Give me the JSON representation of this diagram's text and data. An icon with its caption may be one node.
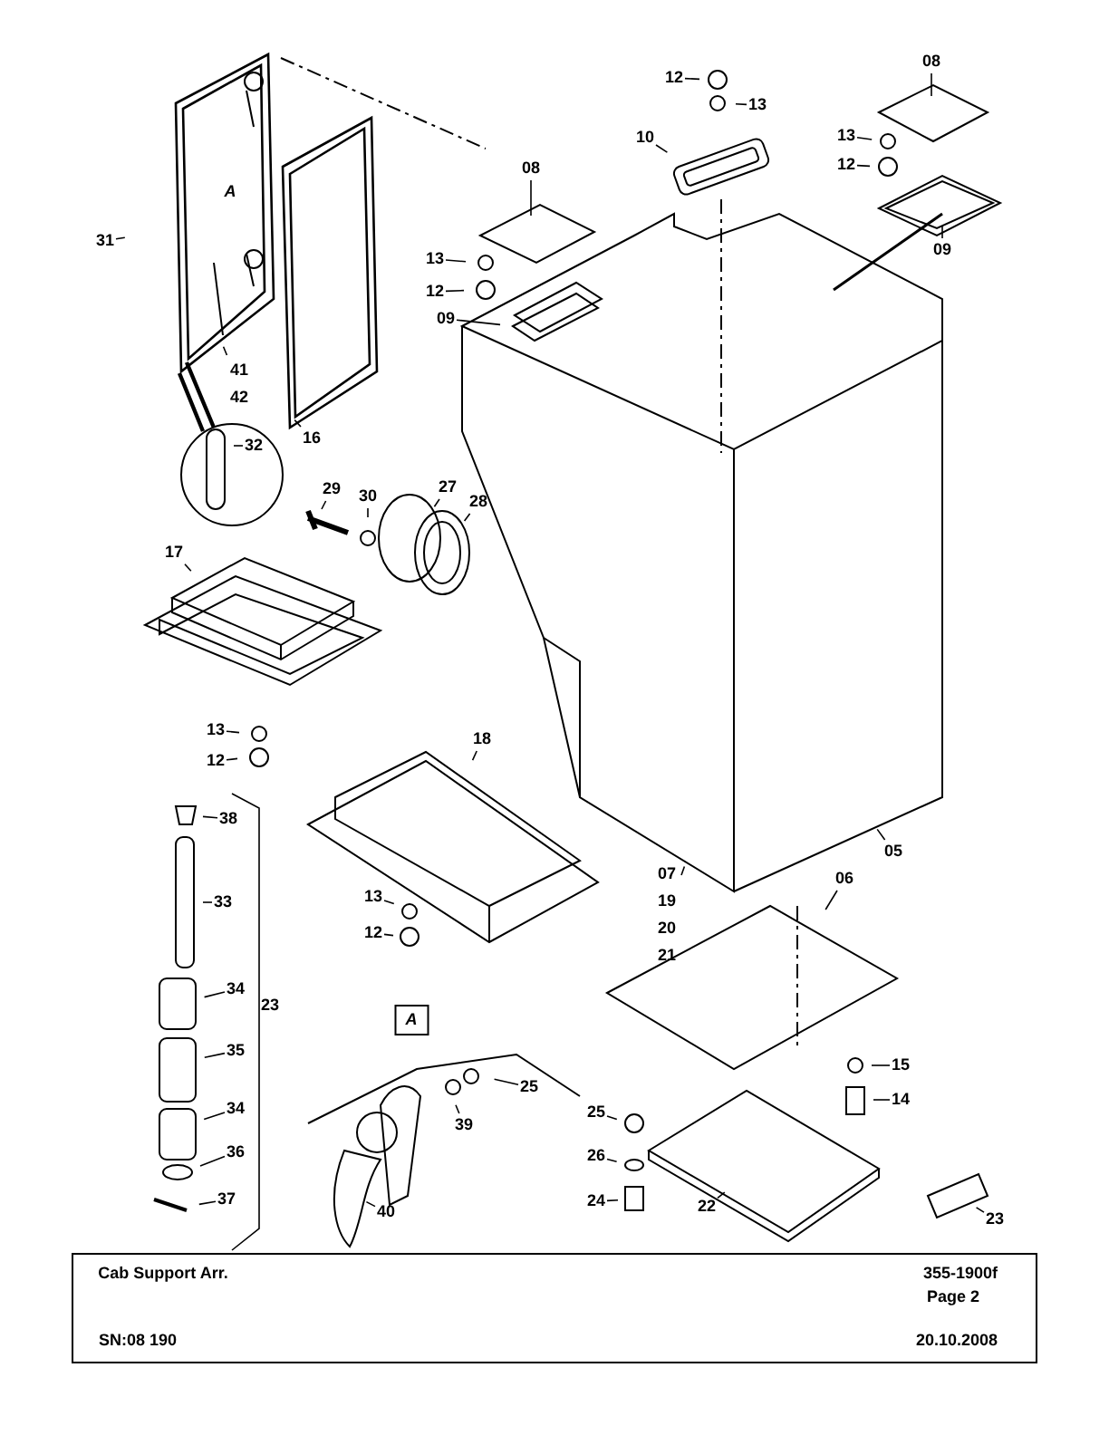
{
  "diagram": {
    "title": "Cab Support Arr.",
    "nodes": [
      {
        "text": [
          "31"
        ]
      },
      {
        "text": [
          "41 42"
        ]
      },
      {
        "text": [
          "32"
        ]
      },
      {
        "text": [
          "16"
        ]
      },
      {
        "text": [
          "08"
        ]
      },
      {
        "text": [
          "13"
        ]
      },
      {
        "text": [
          "12"
        ]
      },
      {
        "text": [
          "09"
        ]
      },
      {
        "text": [
          "12"
        ]
      },
      {
        "text": [
          "13"
        ]
      },
      {
        "text": [
          "10"
        ]
      },
      {
        "text": [
          "08"
        ]
      },
      {
        "text": [
          "13"
        ]
      },
      {
        "text": [
          "12"
        ]
      },
      {
        "text": [
          "09"
        ]
      },
      {
        "text": [
          "29"
        ]
      },
      {
        "text": [
          "30"
        ]
      },
      {
        "text": [
          "27"
        ]
      },
      {
        "text": [
          "28"
        ]
      },
      {
        "text": [
          "17"
        ]
      },
      {
        "text": [
          "13"
        ]
      },
      {
        "text": [
          "12"
        ]
      },
      {
        "text": [
          "18"
        ]
      },
      {
        "text": [
          "38"
        ]
      },
      {
        "text": [
          "33"
        ]
      },
      {
        "text": [
          "34"
        ]
      },
      {
        "text": [
          "35"
        ]
      },
      {
        "text": [
          "34"
        ]
      },
      {
        "text": [
          "36"
        ]
      },
      {
        "text": [
          "37"
        ]
      },
      {
        "text": [
          "07 19 20 21"
        ]
      },
      {
        "text": [
          "05"
        ]
      },
      {
        "text": [
          "13"
        ]
      },
      {
        "text": [
          "12"
        ]
      },
      {
        "text": [
          "06"
        ]
      },
      {
        "text": [
          "15"
        ]
      },
      {
        "text": [
          "14"
        ]
      },
      {
        "text": [
          "25"
        ]
      },
      {
        "text": [
          "26"
        ]
      },
      {
        "text": [
          "24"
        ]
      },
      {
        "text": [
          "22"
        ]
      },
      {
        "text": [
          "23"
        ]
      },
      {
        "text": [
          "39"
        ]
      },
      {
        "text": [
          "25"
        ]
      },
      {
        "text": [
          "40"
        ]
      }
    ],
    "edges": [
      {
        "from": 0,
        "to": null,
        "arrow": "none"
      },
      {
        "from": 1,
        "to": null,
        "arrow": "none"
      },
      {
        "from": 2,
        "to": null,
        "arrow": "none"
      },
      {
        "from": 3,
        "to": null,
        "arrow": "none"
      },
      {
        "from": 4,
        "to": null,
        "arrow": "none"
      },
      {
        "from": 5,
        "to": null,
        "arrow": "none"
      },
      {
        "from": 6,
        "to": null,
        "arrow": "none"
      },
      {
        "from": 7,
        "to": null,
        "arrow": "none"
      },
      {
        "from": 8,
        "to": null,
        "arrow": "none"
      },
      {
        "from": 9,
        "to": null,
        "arrow": "none"
      },
      {
        "from": 10,
        "to": null,
        "arrow": "none"
      },
      {
        "from": 11,
        "to": null,
        "arrow": "none"
      },
      {
        "from": 12,
        "to": null,
        "arrow": "none"
      },
      {
        "from": 13,
        "to": null,
        "arrow": "none"
      },
      {
        "from": 14,
        "to": null,
        "arrow": "none"
      },
      {
        "from": 15,
        "to": null,
        "arrow": "none"
      },
      {
        "from": 16,
        "to": null,
        "arrow": "none"
      },
      {
        "from": 17,
        "to": null,
        "arrow": "none"
      },
      {
        "from": 18,
        "to": null,
        "arrow": "none"
      },
      {
        "from": 19,
        "to": null,
        "arrow": "none"
      },
      {
        "from": 20,
        "to": null,
        "arrow": "none"
      },
      {
        "from": 21,
        "to": null,
        "arrow": "none"
      },
      {
        "from": 22,
        "to": null,
        "arrow": "none"
      },
      {
        "from": 23,
        "to": null,
        "arrow": "none"
      },
      {
        "from": 24,
        "to": null,
        "arrow": "none"
      },
      {
        "from": 25,
        "to": null,
        "arrow": "none"
      },
      {
        "from": 26,
        "to": null,
        "arrow": "none"
      },
      {
        "from": 27,
        "to": null,
        "arrow": "none"
      },
      {
        "from": 28,
        "to": null,
        "arrow": "none"
      },
      {
        "from": 29,
        "to": null,
        "arrow": "none"
      },
      {
        "from": 30,
        "to": null,
        "arrow": "none"
      },
      {
        "from": 31,
        "to": null,
        "arrow": "none"
      },
      {
        "from": 32,
        "to": null,
        "arrow": "none"
      },
      {
        "from": 33,
        "to": null,
        "arrow": "none"
      },
      {
        "from": 34,
        "to": null,
        "arrow": "none"
      },
      {
        "from": 35,
        "to": null,
        "arrow": "none"
      },
      {
        "from": 36,
        "to": null,
        "arrow": "none"
      },
      {
        "from": 37,
        "to": null,
        "arrow": "none"
      },
      {
        "from": 38,
        "to": null,
        "arrow": "none"
      },
      {
        "from": 39,
        "to": null,
        "arrow": "none"
      },
      {
        "from": 40,
        "to": null,
        "arrow": "none"
      },
      {
        "from": 41,
        "to": null,
        "arrow": "none"
      },
      {
        "from": 42,
        "to": null,
        "arrow": "none"
      },
      {
        "from": 43,
        "to": null,
        "arrow": "none"
      },
      {
        "from": 44,
        "to": null,
        "arrow": "none"
      }
    ],
    "labels": [
      "A",
      "23",
      "A",
      "355-1900f",
      "Page 2",
      "SN:08 190",
      "20.10.2008"
    ]
  }
}
